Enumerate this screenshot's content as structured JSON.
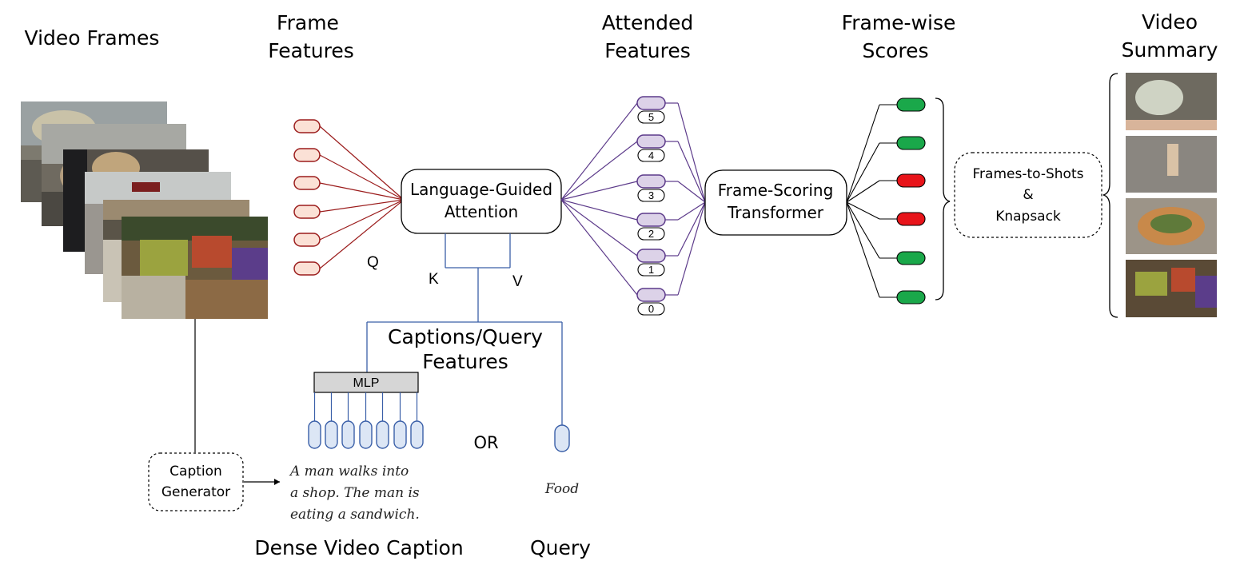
{
  "headers": {
    "video_frames": "Video Frames",
    "frame_features": [
      "Frame",
      "Features"
    ],
    "attended_features": [
      "Attended",
      "Features"
    ],
    "frame_wise_scores": [
      "Frame-wise",
      "Scores"
    ],
    "video_summary": [
      "Video",
      "Summary"
    ]
  },
  "attention_box": {
    "lines": [
      "Language-Guided",
      "Attention"
    ]
  },
  "transformer_box": {
    "lines": [
      "Frame-Scoring",
      "Transformer"
    ]
  },
  "shots_box": {
    "lines": [
      "Frames-to-Shots",
      "&",
      "Knapsack"
    ]
  },
  "caption_generator": {
    "lines": [
      "Caption",
      "Generator"
    ]
  },
  "qkv": {
    "q": "Q",
    "k": "K",
    "v": "V"
  },
  "captions_query_features": [
    "Captions/Query",
    "Features"
  ],
  "mlp_label": "MLP",
  "or_label": "OR",
  "attended_indices": [
    "5",
    "4",
    "3",
    "2",
    "1",
    "0"
  ],
  "frame_scores": [
    "high",
    "high",
    "low",
    "low",
    "high",
    "high"
  ],
  "dense_caption_text": [
    "A man walks into",
    "a shop. The man is",
    "eating a sandwich."
  ],
  "query_text": "Food",
  "bottom_labels": {
    "dense_video_caption": "Dense Video Caption",
    "query": "Query"
  },
  "colors": {
    "frame_feature_stroke": "#9b1c1c",
    "frame_feature_fill": "#fbe1d6",
    "attended_stroke": "#5c3a8a",
    "attended_fill": "#dcd2e8",
    "query_stroke": "#3a5fa8",
    "query_fill": "#dce6f5",
    "score_high": "#1aa84a",
    "score_low": "#e8141a",
    "mlp_fill": "#d6d6d6"
  }
}
